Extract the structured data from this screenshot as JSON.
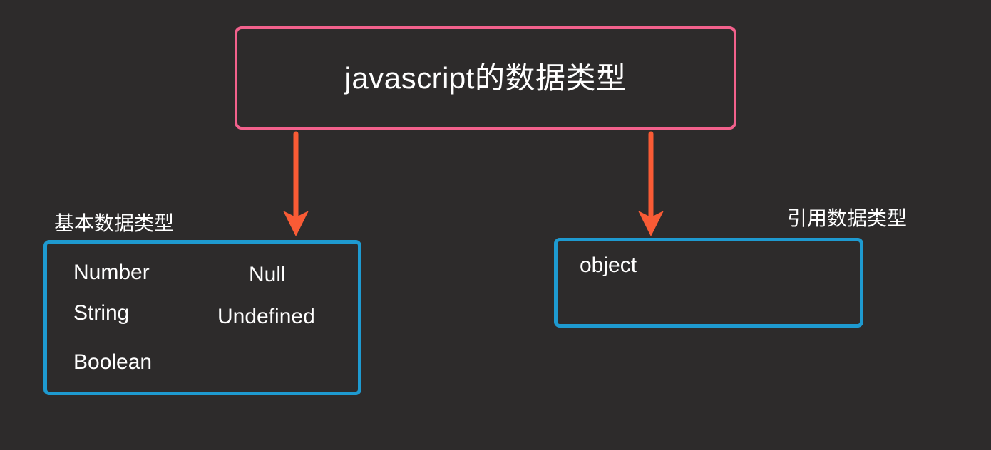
{
  "diagram": {
    "background_color": "#2d2b2b",
    "title_box": {
      "text": "javascript的数据类型",
      "border_color": "#f2618c"
    },
    "arrows": [
      {
        "name": "arrow-to-primitive",
        "color": "#f95b35"
      },
      {
        "name": "arrow-to-reference",
        "color": "#f95b35"
      }
    ],
    "groups": [
      {
        "id": "primitive",
        "label": "基本数据类型",
        "border_color": "#1e9ad0",
        "columns": [
          {
            "items": [
              "Number",
              "String",
              "Boolean"
            ]
          },
          {
            "items": [
              "Null",
              "Undefined"
            ]
          }
        ]
      },
      {
        "id": "reference",
        "label": "引用数据类型",
        "border_color": "#1e9ad0",
        "columns": [
          {
            "items": [
              "object"
            ]
          }
        ]
      }
    ]
  }
}
